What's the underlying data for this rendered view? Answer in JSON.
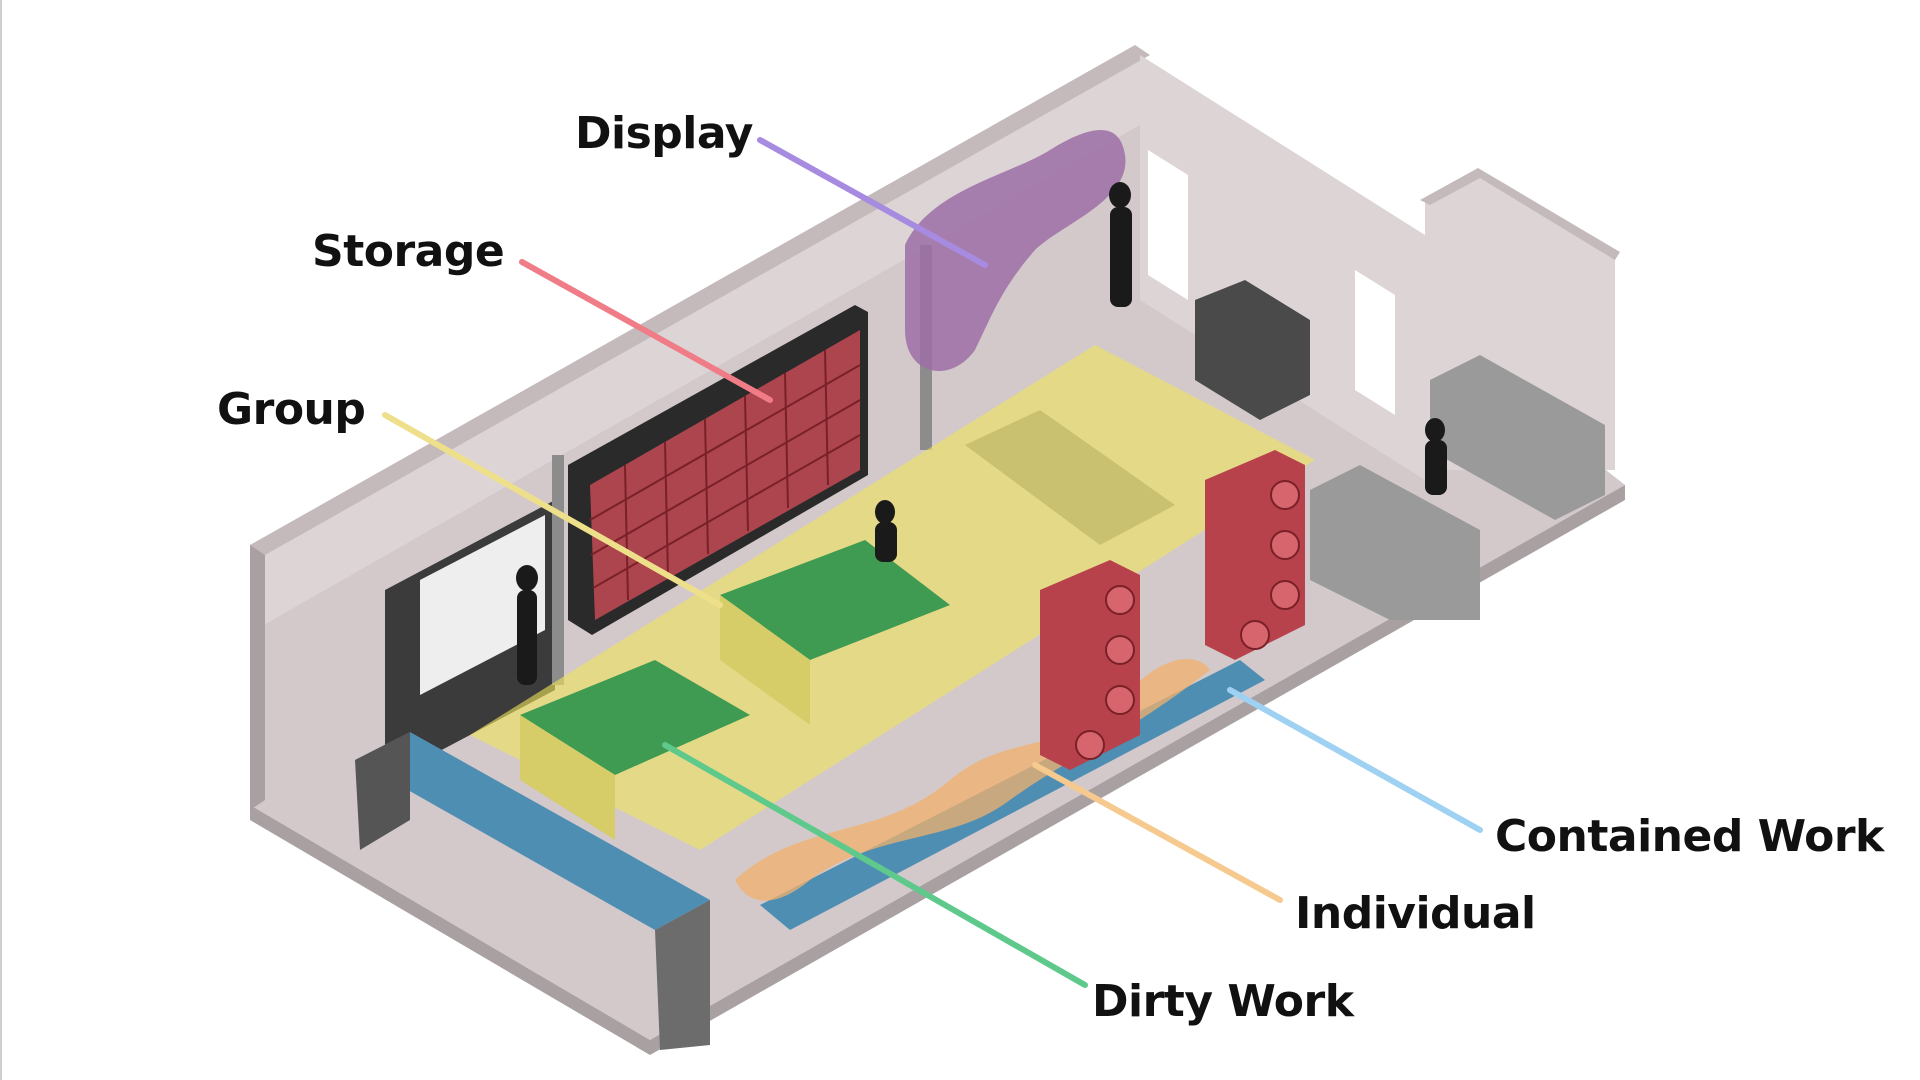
{
  "zones": [
    {
      "key": "display",
      "label": "Display",
      "color": "#a68be0"
    },
    {
      "key": "storage",
      "label": "Storage",
      "color": "#ef7c86"
    },
    {
      "key": "group",
      "label": "Group",
      "color": "#eee08a"
    },
    {
      "key": "contained",
      "label": "Contained Work",
      "color": "#9fd1f2"
    },
    {
      "key": "individual",
      "label": "Individual",
      "color": "#f6c98e"
    },
    {
      "key": "dirty",
      "label": "Dirty Work",
      "color": "#5fc98c"
    }
  ],
  "colors": {
    "floor": "#d3c9cb",
    "wall_top": "#c4b9bb",
    "wall_inner": "#ddd4d6",
    "wall_outer": "#a9a0a2",
    "display_fill": "#9c6fa6",
    "storage_fill": "#c44a55",
    "storage_frame": "#2a2a2a",
    "group_fill": "#f0e55a",
    "table_green": "#3f9a52",
    "blue_bench": "#4e8eb2",
    "individual_fill": "#f2b06c",
    "shelf_red": "#b8424b",
    "counter_gray": "#9a9a9a",
    "silhouette": "#1a1a1a"
  },
  "icons": [
    "person-silhouette-icon"
  ]
}
